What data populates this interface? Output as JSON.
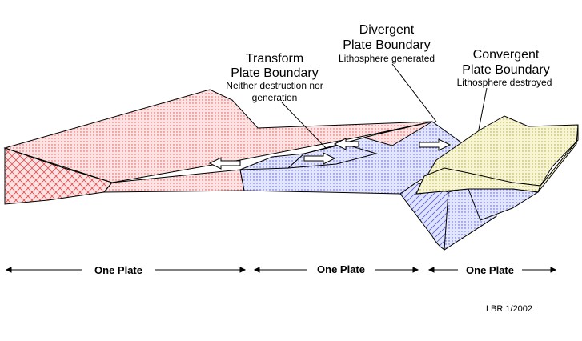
{
  "labels": {
    "transform": {
      "line1": "Transform",
      "line2": "Plate Boundary",
      "note1": "Neither destruction nor",
      "note2": "generation"
    },
    "divergent": {
      "line1": "Divergent",
      "line2": "Plate Boundary",
      "note": "Lithosphere generated"
    },
    "convergent": {
      "line1": "Convergent",
      "line2": "Plate Boundary",
      "note": "Lithosphere destroyed"
    }
  },
  "plates": [
    {
      "label": "One Plate",
      "color": "#ff4c4c"
    },
    {
      "label": "One Plate",
      "color": "#4c4cff"
    },
    {
      "label": "One Plate",
      "color": "#9c9c1c"
    }
  ],
  "credit": "LBR 1/2002",
  "colors": {
    "red_plate": "#f7c9c9",
    "blue_plate": "#cfd3f7",
    "yellow_plate": "#f0edb8",
    "outline": "#000000"
  }
}
